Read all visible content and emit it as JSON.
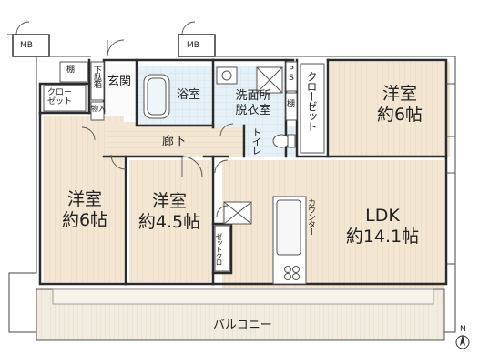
{
  "rooms": {
    "western_left": {
      "name": "洋室",
      "size": "約6帖"
    },
    "western_middle": {
      "name": "洋室",
      "size": "約4.5帖"
    },
    "western_right": {
      "name": "洋室",
      "size": "約6帖"
    },
    "ldk": {
      "name": "LDK",
      "size": "約14.1帖"
    },
    "bath": {
      "name": "浴室"
    },
    "washroom": {
      "line1": "洗面所",
      "line2": "脱衣室"
    },
    "entrance": {
      "name": "玄関"
    },
    "hallway": {
      "name": "廊下"
    },
    "toilet": {
      "name": "トイレ"
    },
    "closet_left": {
      "line1": "クロー",
      "line2": "ゼット"
    },
    "closet_top": {
      "name": "クローゼット"
    },
    "closet_small": {
      "line1": "クロー",
      "line2": "ゼット"
    },
    "shoe_box": {
      "name": "下駄箱"
    },
    "storage": {
      "name": "物入"
    },
    "shelf_top": {
      "name": "棚"
    },
    "shelf_wash": {
      "name": "棚"
    },
    "ps": {
      "name": "PS"
    },
    "counter": {
      "name": "カウンター"
    },
    "balcony": {
      "name": "バルコニー"
    },
    "mb_left": {
      "name": "MB"
    },
    "mb_right": {
      "name": "MB"
    }
  },
  "compass": {
    "label": "N"
  },
  "colors": {
    "wall": "#2b2b2b",
    "wood_floor": "#f3e6d2",
    "wood_line": "#e6d3b8",
    "wet_floor": "#e3f0f6",
    "balcony": "#f1ecdf",
    "closet": "#ffffff"
  }
}
